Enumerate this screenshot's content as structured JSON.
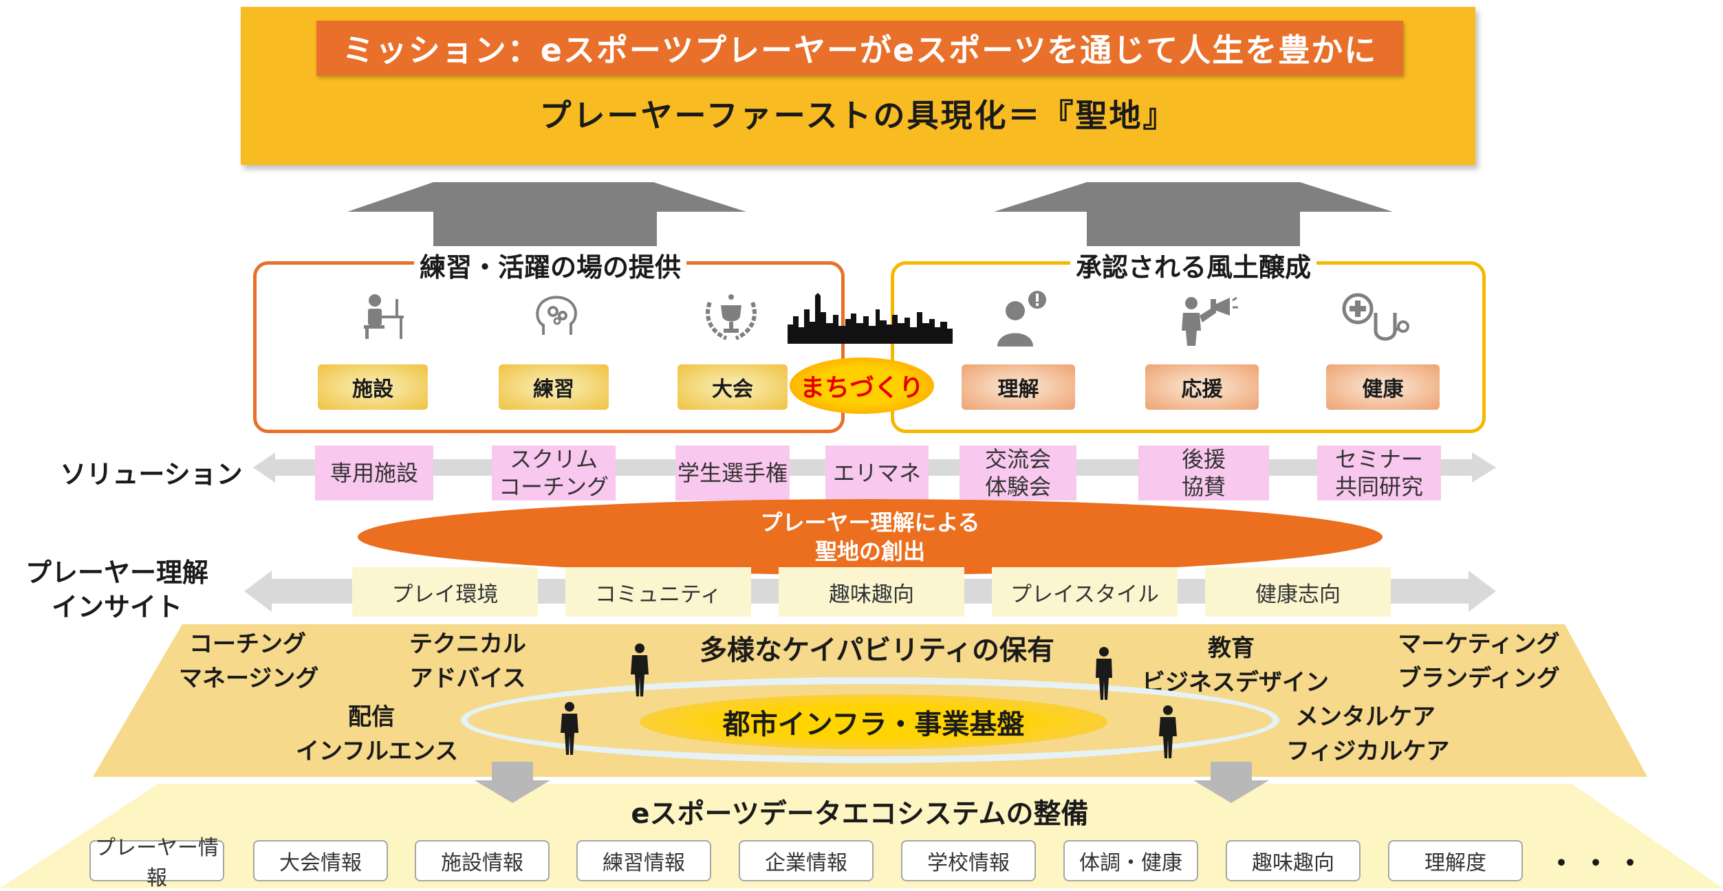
{
  "mission": {
    "title": "ミッション：eスポーツプレーヤーがeスポーツを通じて人生を豊かに",
    "subtitle": "プレーヤーファーストの具現化＝『聖地』"
  },
  "pillars": {
    "left": {
      "title": "練習・活躍の場の提供",
      "items": [
        {
          "label": "施設",
          "icon": "desk-worker-icon"
        },
        {
          "label": "練習",
          "icon": "brain-gears-icon"
        },
        {
          "label": "大会",
          "icon": "trophy-laurel-icon"
        }
      ]
    },
    "center": {
      "label": "まちづくり",
      "icon": "city-skyline-icon"
    },
    "right": {
      "title": "承認される風土醸成",
      "items": [
        {
          "label": "理解",
          "icon": "person-exclamation-icon"
        },
        {
          "label": "応援",
          "icon": "cheering-megaphone-icon"
        },
        {
          "label": "健康",
          "icon": "medical-stethoscope-icon"
        }
      ]
    }
  },
  "solution": {
    "label": "ソリューション",
    "items": [
      {
        "line1": "専用施設",
        "line2": ""
      },
      {
        "line1": "スクリム",
        "line2": "コーチング"
      },
      {
        "line1": "学生選手権",
        "line2": ""
      },
      {
        "line1": "エリマネ",
        "line2": ""
      },
      {
        "line1": "交流会",
        "line2": "体験会"
      },
      {
        "line1": "後援",
        "line2": "協賛"
      },
      {
        "line1": "セミナー",
        "line2": "共同研究"
      }
    ]
  },
  "oval": {
    "line1": "プレーヤー理解による",
    "line2": "聖地の創出"
  },
  "insight": {
    "label_line1": "プレーヤー理解",
    "label_line2": "インサイト",
    "items": [
      "プレイ環境",
      "コミュニティ",
      "趣味趣向",
      "プレイスタイル",
      "健康志向"
    ]
  },
  "capability": {
    "title": "多様なケイパビリティの保有",
    "left": [
      {
        "line1": "コーチング",
        "line2": "マネージング"
      },
      {
        "line1": "テクニカル",
        "line2": "アドバイス"
      },
      {
        "line1": "配信",
        "line2": "インフルエンス"
      }
    ],
    "right": [
      {
        "line1": "教育",
        "line2": "ビジネスデザイン"
      },
      {
        "line1": "マーケティング",
        "line2": "ブランディング"
      },
      {
        "line1": "メンタルケア",
        "line2": "フィジカルケア"
      }
    ],
    "infra": "都市インフラ・事業基盤"
  },
  "ecosystem": {
    "title": "eスポーツデータエコシステムの整備",
    "items": [
      "プレーヤー情報",
      "大会情報",
      "施設情報",
      "練習情報",
      "企業情報",
      "学校情報",
      "体調・健康",
      "趣味趣向",
      "理解度"
    ],
    "more": "・・・"
  },
  "colors": {
    "mission_bg": "#f8bb22",
    "mission_bar": "#e8702a",
    "left_frame": "#e8702a",
    "right_frame": "#f5b800",
    "solution_box": "#f9c8ee",
    "insight_box": "#fbf6d0",
    "oval": "#eb6f1f",
    "capability_bg": "#f6d98a",
    "ecosystem_bg": "#fdf5c2"
  }
}
